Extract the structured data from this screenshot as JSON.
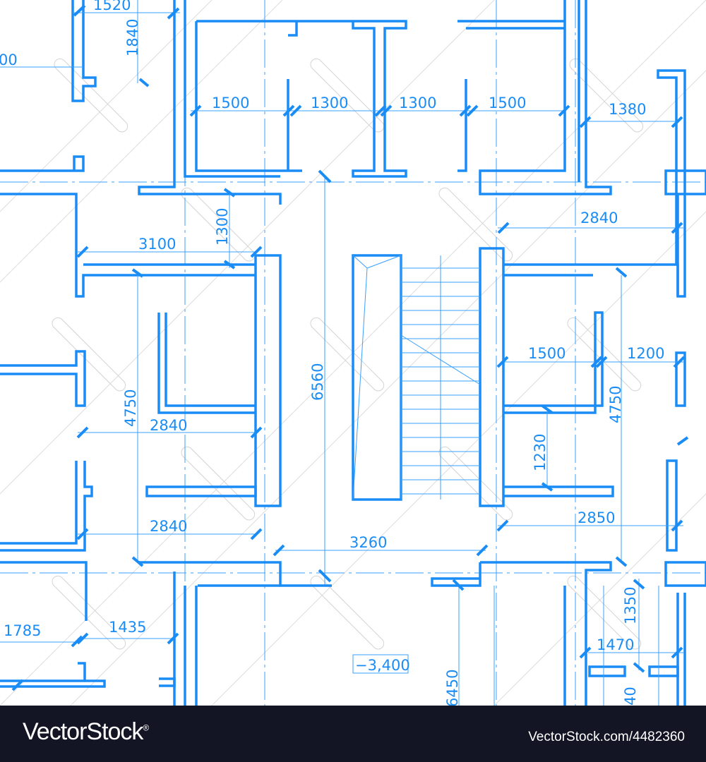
{
  "colors": {
    "line": "#1a8cf5",
    "footer": "#131424"
  },
  "dimensions": [
    "1520",
    "1840",
    "00",
    "1500",
    "1300",
    "1300",
    "1500",
    "1380",
    "2840",
    "3100",
    "1300",
    "6560",
    "4750",
    "2840",
    "1500",
    "1200",
    "4750",
    "1230",
    "2840",
    "2850",
    "3260",
    "1785",
    "1435",
    "1350",
    "1470",
    "6450",
    "40"
  ],
  "level_mark": "−3,400",
  "watermark": "VectorStock",
  "footer": {
    "logo": "VectorStock",
    "registered": "®",
    "url": "VectorStock.com/4482360"
  }
}
